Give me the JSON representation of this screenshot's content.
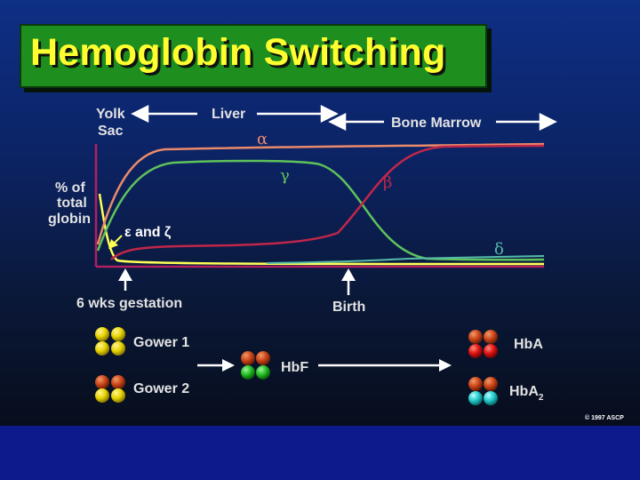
{
  "title": "Hemoglobin Switching",
  "stages": {
    "yolk_sac": [
      "Yolk",
      "Sac"
    ],
    "liver": "Liver",
    "bone_marrow": "Bone Marrow"
  },
  "y_axis_label": [
    "% of",
    "total",
    "globin"
  ],
  "curve_labels": {
    "alpha": "α",
    "gamma": "γ",
    "beta": "β",
    "delta": "δ",
    "epsilon_zeta": "ε and ζ"
  },
  "markers": {
    "gestation": "6 wks gestation",
    "birth": "Birth"
  },
  "hemoglobins": {
    "gower1": "Gower 1",
    "gower2": "Gower 2",
    "hbf": "HbF",
    "hba": "HbA",
    "hba2": "HbA",
    "hba2_subscript": "2"
  },
  "copyright": "© 1997 ASCP",
  "colors": {
    "title_bg": "#1e8e1e",
    "title_text": "#ffff30",
    "alpha_curve": "#e98a6a",
    "gamma_curve": "#5fc25a",
    "beta_curve": "#c0264a",
    "delta_curve": "#55bbaa",
    "epsilon_curve": "#ffff55",
    "subunit_yellow": "#e8d400",
    "subunit_red_orange": "#cc4418",
    "subunit_green": "#22bb22",
    "subunit_red": "#dd1111",
    "subunit_cyan": "#22c9cc"
  },
  "switch_sequence": [
    "Gower 1",
    "Gower 2",
    "HbF",
    "HbA",
    "HbA2"
  ]
}
